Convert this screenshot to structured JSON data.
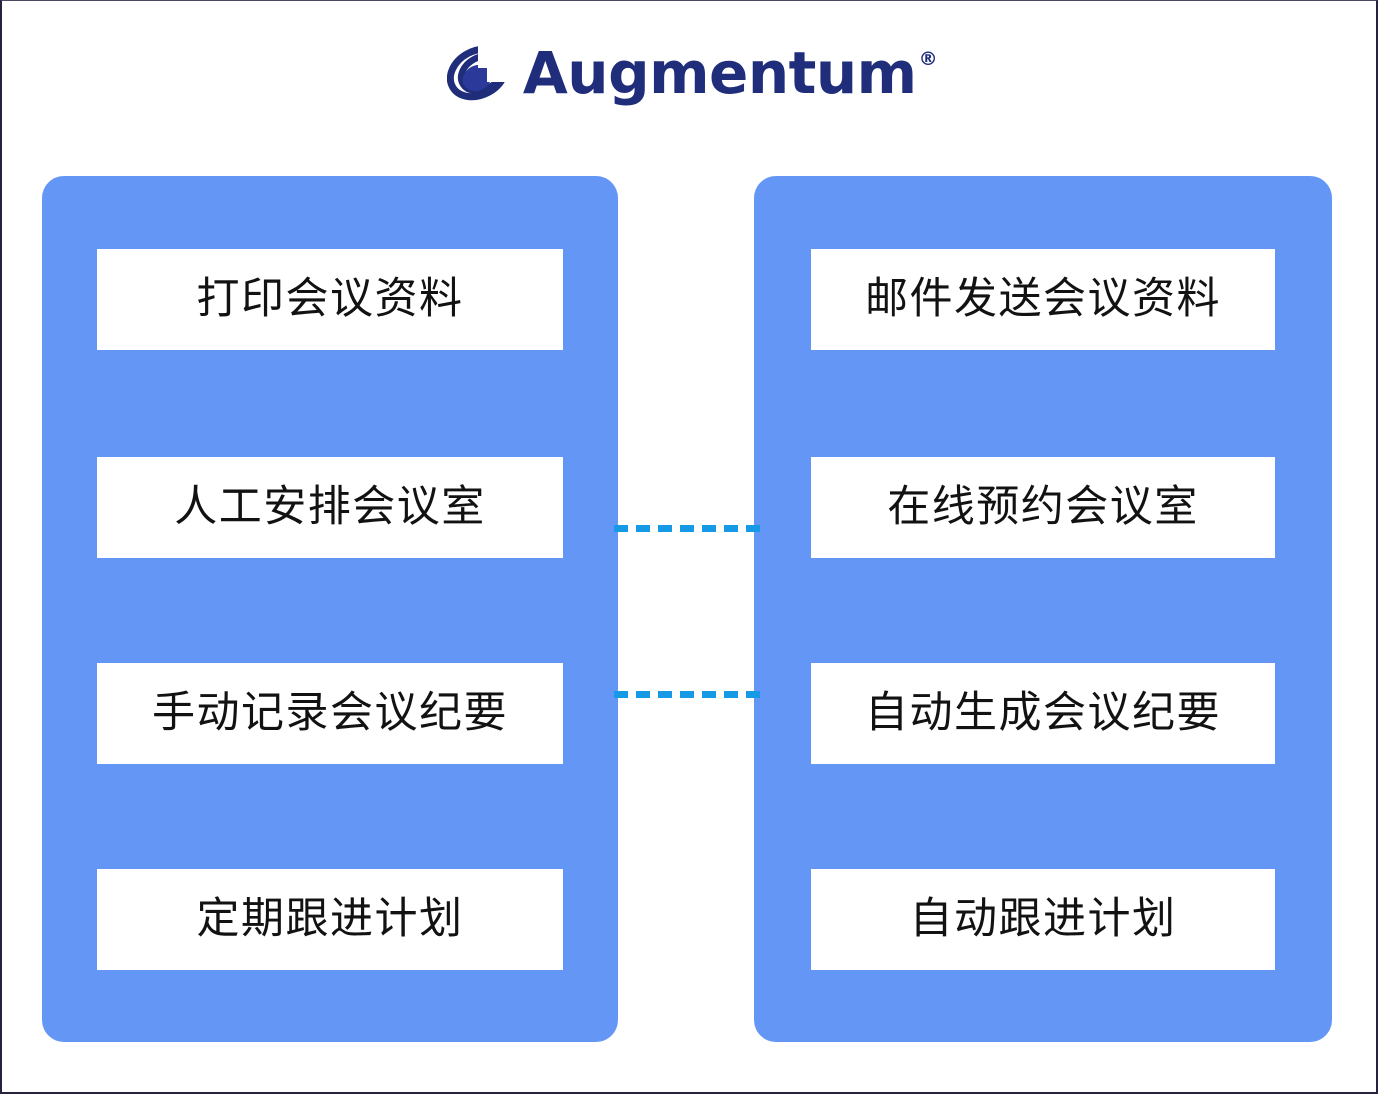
{
  "brand": {
    "name": "Augmentum",
    "registered_mark": "®",
    "logo_icon": "augmentum-spiral-logo",
    "logo_color": "#1f2d7a"
  },
  "colors": {
    "panel_blue": "#6496f5",
    "box_white": "#ffffff",
    "connector_cyan": "#169ae6",
    "text_black": "#121212",
    "page_background": "#ffffff"
  },
  "diagram": {
    "type": "two-column-comparison",
    "columns": [
      {
        "id": "manual",
        "side": "left",
        "items": [
          {
            "label": "打印会议资料"
          },
          {
            "label": "人工安排会议室"
          },
          {
            "label": "手动记录会议纪要"
          },
          {
            "label": "定期跟进计划"
          }
        ]
      },
      {
        "id": "automated",
        "side": "right",
        "items": [
          {
            "label": "邮件发送会议资料"
          },
          {
            "label": "在线预约会议室"
          },
          {
            "label": "自动生成会议纪要"
          },
          {
            "label": "自动跟进计划"
          }
        ]
      }
    ],
    "connectors": [
      {
        "id": "connector-row-2",
        "from": "人工安排会议室",
        "to": "在线预约会议室",
        "style": "dashed"
      },
      {
        "id": "connector-row-3",
        "from": "手动记录会议纪要",
        "to": "自动生成会议纪要",
        "style": "dashed"
      }
    ]
  }
}
